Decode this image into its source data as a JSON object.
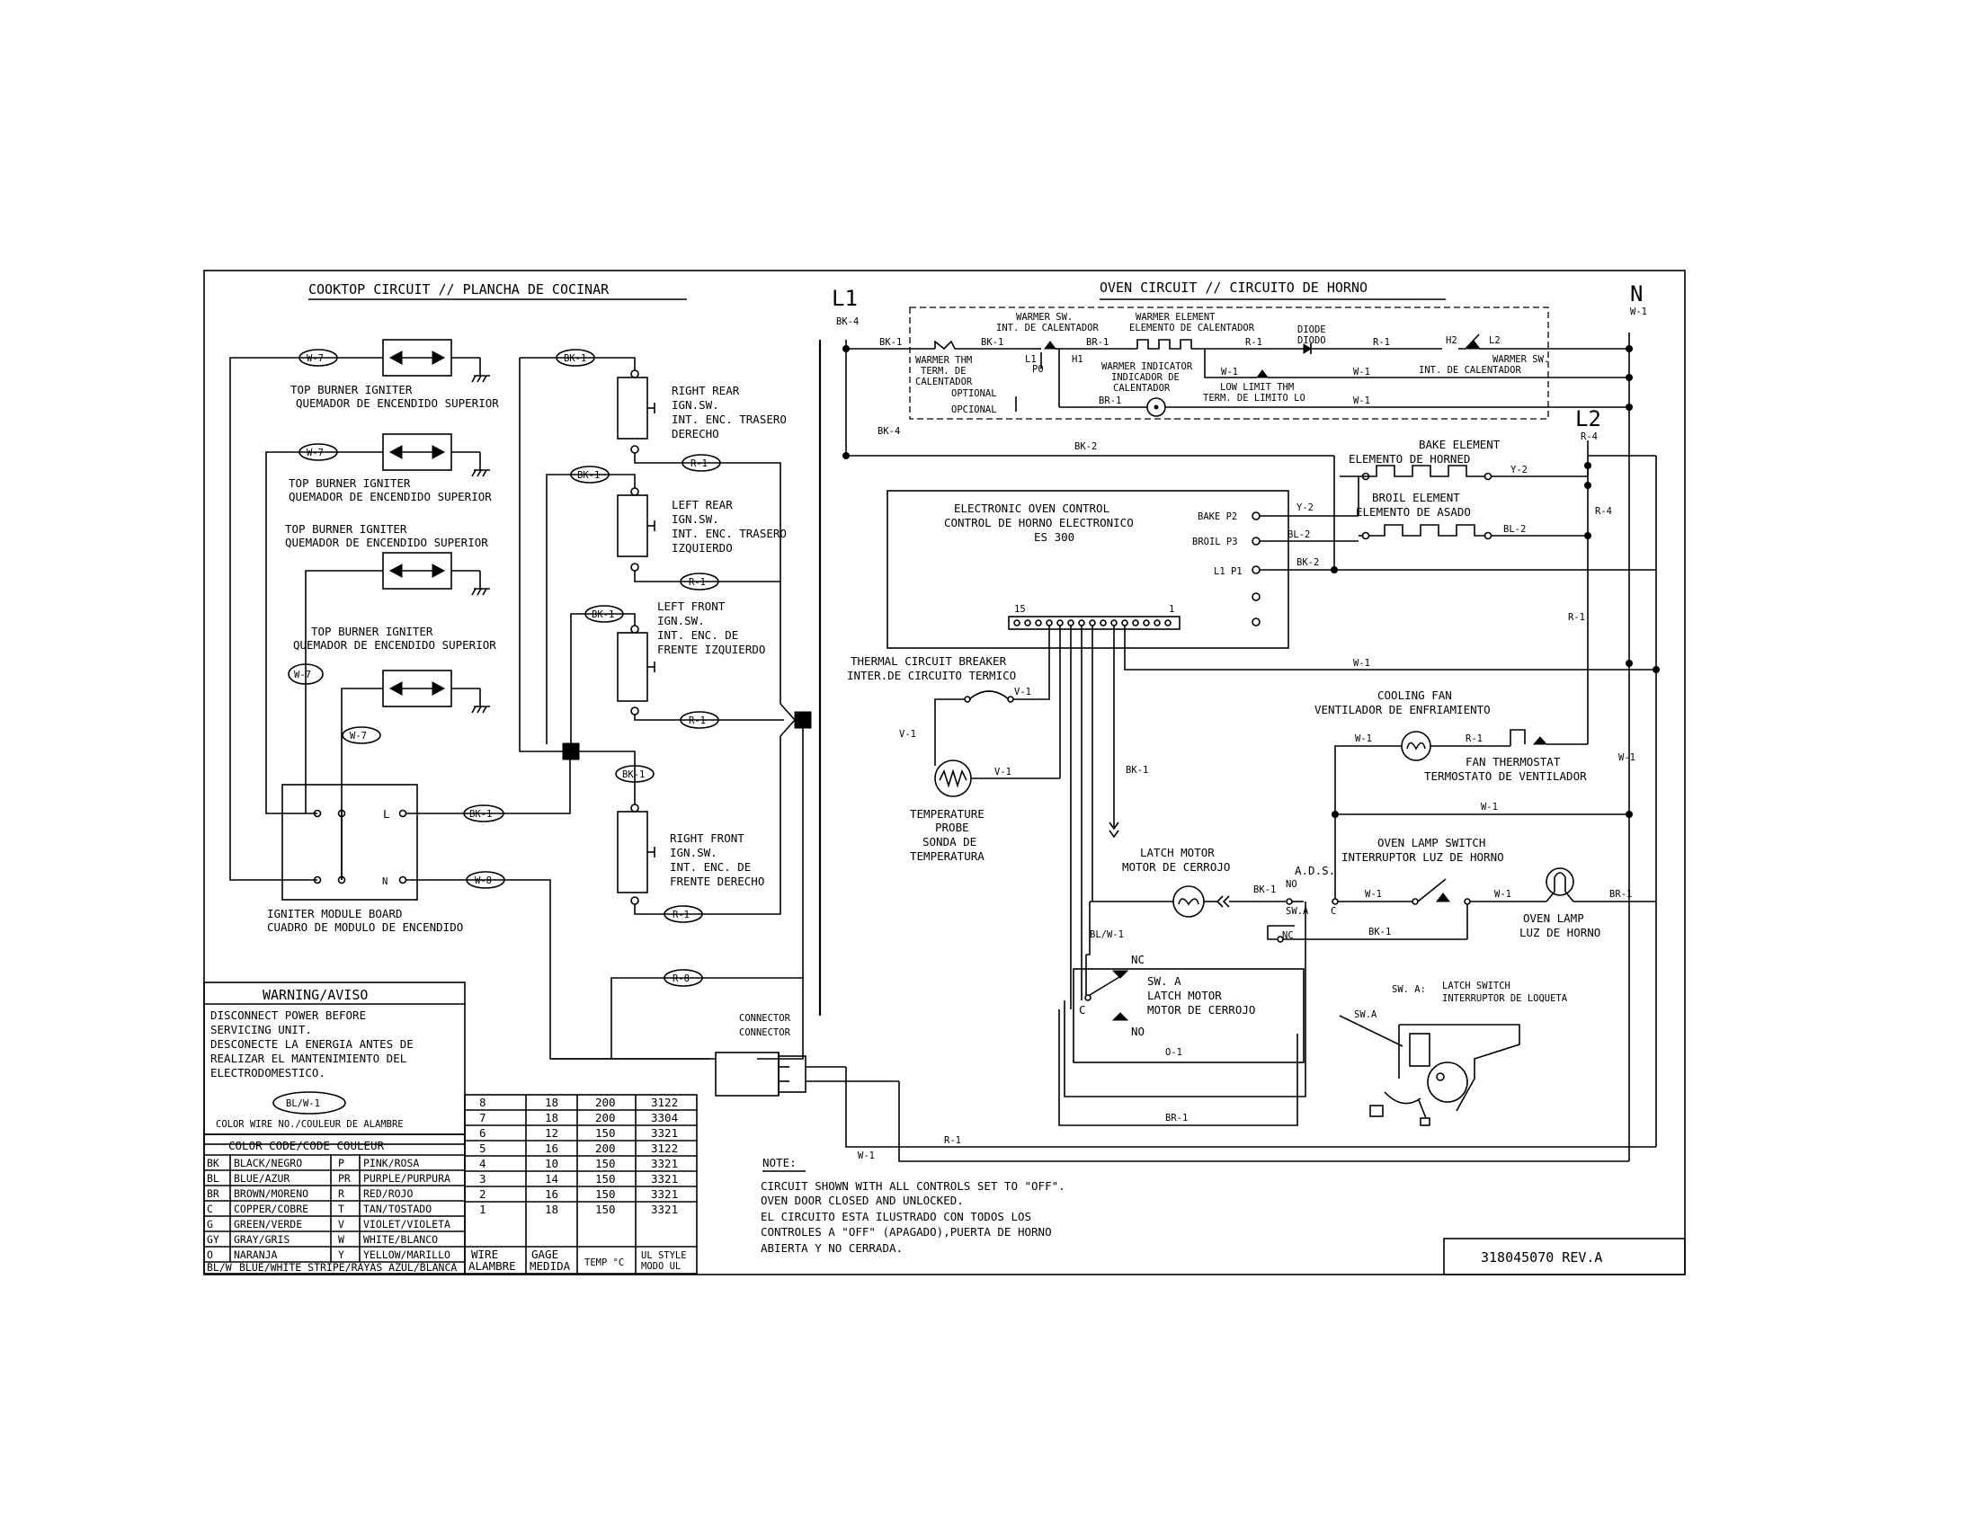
{
  "cooktop": {
    "title": "COOKTOP CIRCUIT // PLANCHA DE COCINAR",
    "ign1": [
      "TOP BURNER IGNITER",
      "QUEMADOR DE ENCENDIDO SUPERIOR"
    ],
    "ign2": [
      "TOP BURNER IGNITER",
      "QUEMADOR DE ENCENDIDO SUPERIOR"
    ],
    "ign3": [
      "TOP BURNER IGNITER",
      "QUEMADOR DE ENCENDIDO SUPERIOR"
    ],
    "ign4": [
      "TOP BURNER IGNITER",
      "QUEMADOR DE ENCENDIDO SUPERIOR"
    ],
    "module": [
      "IGNITER MODULE BOARD",
      "CUADRO DE MODULO DE ENCENDIDO"
    ],
    "module_L": "L",
    "module_N": "N",
    "sw_rr": [
      "RIGHT REAR",
      "IGN.SW.",
      "INT. ENC. TRASERO",
      "DERECHO"
    ],
    "sw_lr": [
      "LEFT REAR",
      "IGN.SW.",
      "INT. ENC. TRASERO",
      "IZQUIERDO"
    ],
    "sw_lf": [
      "LEFT FRONT",
      "IGN.SW.",
      "INT. ENC. DE",
      "FRENTE IZQUIERDO"
    ],
    "sw_rf": [
      "RIGHT FRONT",
      "IGN.SW.",
      "INT. ENC. DE",
      "FRENTE DERECHO"
    ],
    "connector": [
      "CONNECTOR",
      "CONNECTOR"
    ],
    "wires": {
      "w7a": "W-7",
      "w7b": "W-7",
      "w7c": "W-7",
      "w7d": "W-7",
      "bk1a": "BK-1",
      "r1a": "R-1",
      "bk1b": "BK-1",
      "r1b": "R-1",
      "bk1c": "BK-1",
      "r1c": "R-1",
      "bk1d": "BK-1",
      "r1d": "R-1",
      "bk1e": "BK-1",
      "w8": "W-8",
      "r8": "R-8"
    }
  },
  "oven": {
    "title": "OVEN CIRCUIT // CIRCUITO DE HORNO",
    "L1": "L1",
    "N": "N",
    "L2": "L2",
    "warmer_sw": [
      "WARMER SW.",
      "INT. DE CALENTADOR"
    ],
    "warmer_el": [
      "WARMER ELEMENT",
      "ELEMENTO DE CALENTADOR"
    ],
    "diode": [
      "DIODE",
      "DIODO"
    ],
    "warmer_thm": [
      "WARMER THM",
      "TERM. DE",
      "CALENTADOR"
    ],
    "optional": [
      "OPTIONAL",
      "OPCIONAL"
    ],
    "warmer_ind": [
      "WARMER INDICATOR",
      "INDICADOR DE",
      "CALENTADOR"
    ],
    "low_limit": [
      "LOW LIMIT THM",
      "TERM. DE LIMITO LO"
    ],
    "warmer_sw2": [
      "WARMER SW.",
      "INT. DE CALENTADOR"
    ],
    "sw_tags": {
      "h1": "H1",
      "l1": "L1",
      "p0": "P0",
      "h2": "H2",
      "l2": "L2"
    },
    "wire_labels": {
      "bk4a": "BK-4",
      "bk1a": "BK-1",
      "bk1b": "BK-1",
      "br1a": "BR-1",
      "r1a": "R-1",
      "r1b": "R-1",
      "w1n": "W-1",
      "w1a": "W-1",
      "w1b": "W-1",
      "br1b": "BR-1",
      "bk4b": "BK-4",
      "bk2a": "BK-2",
      "r4a": "R-4",
      "y2a": "Y-2",
      "bl2a": "BL-2",
      "bk2b": "BK-2",
      "y2b": "Y-2",
      "bl2b": "BL-2",
      "r4b": "R-4",
      "r1c": "R-1",
      "w1c": "W-1",
      "v1a": "V-1",
      "v1b": "V-1",
      "v1c": "V-1",
      "bk1c": "BK-1",
      "w1d": "W-1",
      "r1d": "R-1",
      "w1e": "W-1",
      "w1f": "W-1",
      "bk1d": "BK-1",
      "w1g": "W-1",
      "w1h": "W-1",
      "br1c": "BR-1",
      "bk1e": "BK-1",
      "blw1": "BL/W-1",
      "o1": "O-1",
      "br1d": "BR-1",
      "r1e": "R-1",
      "w1i": "W-1"
    },
    "eoc": [
      "ELECTRONIC OVEN CONTROL",
      "CONTROL DE HORNO ELECTRONICO",
      "ES 300"
    ],
    "eoc_pins": {
      "bake": "BAKE P2",
      "broil": "BROIL P3",
      "l1p1": "L1 P1",
      "p15": "15",
      "p1": "1"
    },
    "bake_el": [
      "BAKE ELEMENT",
      "ELEMENTO DE HORNED"
    ],
    "broil_el": [
      "BROIL ELEMENT",
      "ELEMENTO DE ASADO"
    ],
    "tcb": [
      "THERMAL CIRCUIT BREAKER",
      "INTER.DE CIRCUITO TERMICO"
    ],
    "probe": [
      "TEMPERATURE",
      "PROBE",
      "SONDA DE",
      "TEMPERATURA"
    ],
    "fan": [
      "COOLING FAN",
      "VENTILADOR DE ENFRIAMIENTO"
    ],
    "fan_thm": [
      "FAN THERMOSTAT",
      "TERMOSTATO DE VENTILADOR"
    ],
    "latch_motor": [
      "LATCH MOTOR",
      "MOTOR DE CERROJO"
    ],
    "ads": "A.D.S.",
    "lamp_sw": [
      "OVEN LAMP SWITCH",
      "INTERRUPTOR LUZ DE HORNO"
    ],
    "lamp": [
      "OVEN LAMP",
      "LUZ DE HORNO"
    ],
    "ads_tags": {
      "no": "NO",
      "swa": "SW.A",
      "nc": "NC",
      "c": "C"
    },
    "latch_box": {
      "nc": "NC",
      "c": "C",
      "no": "NO",
      "lines": [
        "SW. A",
        "LATCH MOTOR",
        "MOTOR DE CERROJO"
      ]
    },
    "latch_legend": {
      "key": "SW. A:",
      "lines": [
        "LATCH SWITCH",
        "INTERRUPTOR DE LOQUETA"
      ],
      "tag": "SW.A"
    }
  },
  "warning": {
    "title": "WARNING/AVISO",
    "lines": [
      "DISCONNECT POWER BEFORE",
      "SERVICING UNIT.",
      "DESCONECTE LA ENERGIA ANTES DE",
      "REALIZAR EL MANTENIMIENTO DEL",
      "ELECTRODOMESTICO."
    ],
    "sample": "BL/W-1",
    "sample_caption": "COLOR WIRE NO./COULEUR DE ALAMBRE"
  },
  "color_code": {
    "title": "COLOR CODE/CODE COULEUR",
    "rows": [
      [
        "BK",
        "BLACK/NEGRO",
        "P",
        "PINK/ROSA"
      ],
      [
        "BL",
        "BLUE/AZUR",
        "PR",
        "PURPLE/PURPURA"
      ],
      [
        "BR",
        "BROWN/MORENO",
        "R",
        "RED/ROJO"
      ],
      [
        "C",
        "COPPER/COBRE",
        "T",
        "TAN/TOSTADO"
      ],
      [
        "G",
        "GREEN/VERDE",
        "V",
        "VIOLET/VIOLETA"
      ],
      [
        "GY",
        "GRAY/GRIS",
        "W",
        "WHITE/BLANCO"
      ],
      [
        "O",
        "NARANJA",
        "Y",
        "YELLOW/MARILLO"
      ]
    ],
    "last_row": [
      "BL/W",
      "BLUE/WHITE STRIPE/RAYAS AZUL/BLANCA"
    ]
  },
  "wire_table": {
    "rows": [
      [
        "8",
        "18",
        "200",
        "3122"
      ],
      [
        "7",
        "18",
        "200",
        "3304"
      ],
      [
        "6",
        "12",
        "150",
        "3321"
      ],
      [
        "5",
        "16",
        "200",
        "3122"
      ],
      [
        "4",
        "10",
        "150",
        "3321"
      ],
      [
        "3",
        "14",
        "150",
        "3321"
      ],
      [
        "2",
        "16",
        "150",
        "3321"
      ],
      [
        "1",
        "18",
        "150",
        "3321"
      ]
    ],
    "headers": [
      [
        "WIRE",
        "ALAMBRE"
      ],
      [
        "GAGE",
        "MEDIDA"
      ],
      [
        "TEMP °C"
      ],
      [
        "UL STYLE",
        "MODO UL"
      ]
    ]
  },
  "note": {
    "title": "NOTE:",
    "lines": [
      "CIRCUIT SHOWN WITH ALL CONTROLS SET TO \"OFF\".",
      "OVEN DOOR CLOSED AND UNLOCKED.",
      "EL CIRCUITO ESTA ILUSTRADO CON TODOS LOS",
      "CONTROLES A \"OFF\" (APAGADO),PUERTA DE HORNO",
      "ABIERTA Y NO CERRADA."
    ]
  },
  "part_no": "318045070 REV.A"
}
